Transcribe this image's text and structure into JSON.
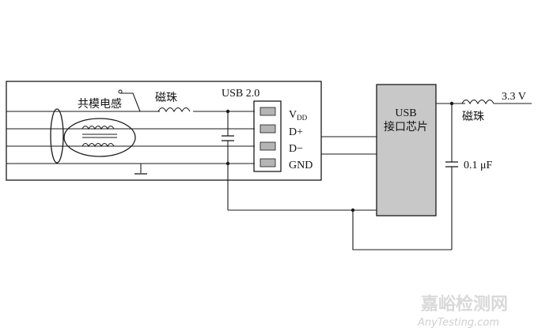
{
  "labels": {
    "common_mode_choke": "共模电感",
    "ferrite_bead_left": "磁珠",
    "usb_version": "USB 2.0",
    "vdd_main": "V",
    "vdd_sub": "DD",
    "d_plus": "D+",
    "d_minus": "D−",
    "gnd": "GND",
    "chip_line1": "USB",
    "chip_line2": "接口芯片",
    "ferrite_bead_right": "磁珠",
    "supply_voltage": "3.3  V",
    "capacitor_value": "0.1 μF"
  },
  "watermark": {
    "cn": "嘉峪检测网",
    "en": "AnyTesting.com"
  },
  "colors": {
    "line": "#1a1a1a",
    "chip_fill": "#c8c8c8",
    "pin_fill": "#b5b5b5",
    "watermark": "#d9d9d9"
  }
}
